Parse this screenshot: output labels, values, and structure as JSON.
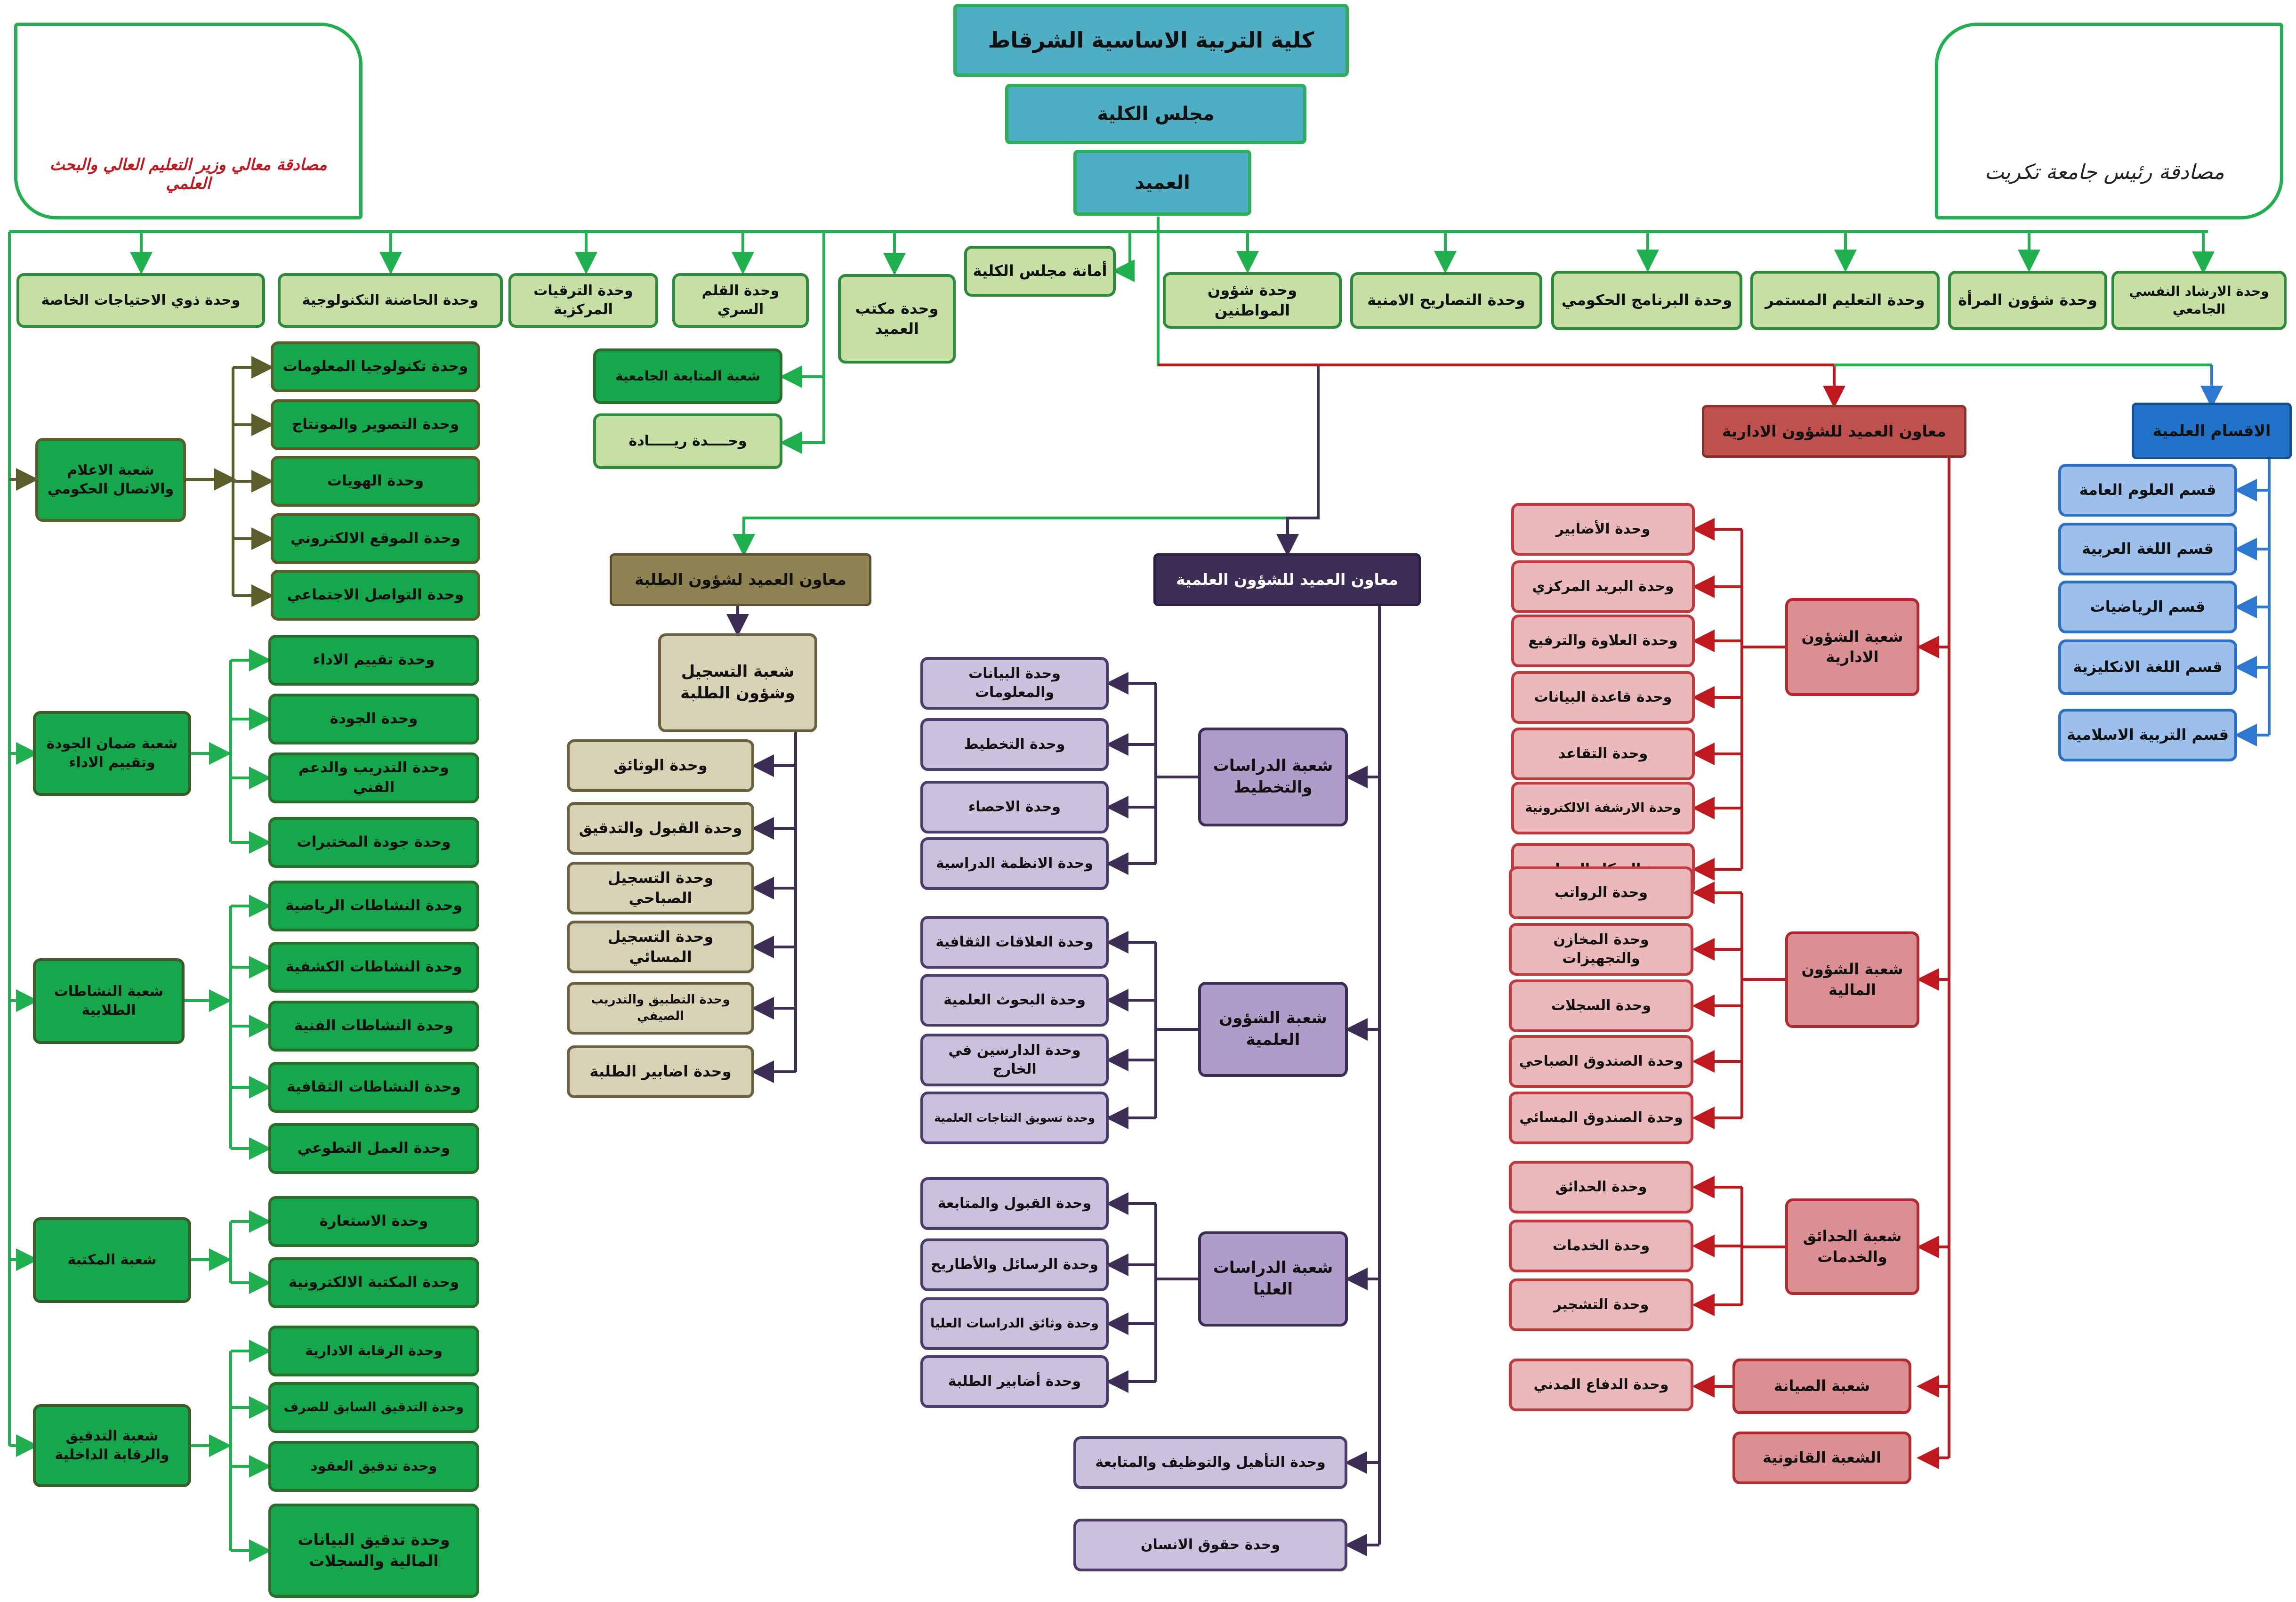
{
  "header": {
    "college": "كلية التربية الاساسية الشرقاط",
    "council": "مجلس الكلية",
    "dean": "العميد"
  },
  "approvals": {
    "minister": "مصادقة معالي وزير التعليم العالي والبحث العلمي",
    "president": "مصادقة رئيس جامعة تكريت"
  },
  "top_units": [
    "وحدة ذوي الاحتياجات الخاصة",
    "وحدة الحاضنة التكنولوجية",
    "وحدة الترقيات المركزية",
    "وحدة القلم السري",
    "وحدة مكتب العميد",
    "أمانة مجلس الكلية",
    "وحدة شؤون المواطنين",
    "وحدة التصاريح الامنية",
    "وحدة البرنامج الحكومي",
    "وحدة التعليم المستمر",
    "وحدة شؤون المرأة",
    "وحدة الارشاد النفسي الجامعي"
  ],
  "dean_office_units": [
    "شعبة المتابعة الجامعية",
    "وحــــدة ريـــــادة"
  ],
  "left_divisions": [
    {
      "name": "شعبة الاعلام والاتصال الحكومي",
      "units": [
        "وحدة تكنولوجيا المعلومات",
        "وحدة التصوير والمونتاج",
        "وحدة الهويات",
        "وحدة الموقع الالكتروني",
        "وحدة التواصل الاجتماعي"
      ]
    },
    {
      "name": "شعبة ضمان الجودة وتقييم الاداء",
      "units": [
        "وحدة تقييم الاداء",
        "وحدة الجودة",
        "وحدة التدريب والدعم الفني",
        "وحدة جودة المختبرات"
      ]
    },
    {
      "name": "شعبة النشاطات الطلابية",
      "units": [
        "وحدة النشاطات الرياضية",
        "وحدة النشاطات الكشفية",
        "وحدة النشاطات الفنية",
        "وحدة النشاطات الثقافية",
        "وحدة العمل التطوعي"
      ]
    },
    {
      "name": "شعبة المكتبة",
      "units": [
        "وحدة الاستعارة",
        "وحدة المكتبة الالكترونية"
      ]
    },
    {
      "name": "شعبة التدقيق والرقابة الداخلية",
      "units": [
        "وحدة الرقابة الادارية",
        "وحدة التدقيق السابق للصرف",
        "وحدة تدقيق العقود",
        "وحدة تدقيق البيانات المالية والسجلات"
      ]
    }
  ],
  "student_affairs": {
    "assistant": "معاون العميد لشؤون الطلبة",
    "division": "شعبة التسجيل وشؤون الطلبة",
    "units": [
      "وحدة الوثائق",
      "وحدة القبول والتدقيق",
      "وحدة التسجيل الصباحي",
      "وحدة التسجيل المسائي",
      "وحدة التطبيق والتدريب الصيفي",
      "وحدة اضابير الطلبة"
    ]
  },
  "scientific_affairs": {
    "assistant": "معاون العميد للشؤون العلمية",
    "divisions": [
      {
        "name": "شعبة الدراسات والتخطيط",
        "units": [
          "وحدة البيانات والمعلومات",
          "وحدة التخطيط",
          "وحدة الاحصاء",
          "وحدة الانظمة الدراسية"
        ]
      },
      {
        "name": "شعبة الشؤون العلمية",
        "units": [
          "وحدة العلاقات الثقافية",
          "وحدة البحوث العلمية",
          "وحدة الدارسين في الخارج",
          "وحدة تسويق النتاجات العلمية"
        ]
      },
      {
        "name": "شعبة الدراسات العليا",
        "units": [
          "وحدة القبول والمتابعة",
          "وحدة الرسائل والأطاريح",
          "وحدة وثائق الدراسات العليا",
          "وحدة أضابير الطلبة"
        ]
      }
    ],
    "extra_units": [
      "وحدة التأهيل والتوظيف والمتابعة",
      "وحدة حقوق الانسان"
    ]
  },
  "admin_affairs": {
    "assistant": "معاون العميد للشؤون الادارية",
    "divisions": [
      {
        "name": "شعبة الشؤون الادارية",
        "units": [
          "وحدة الأضابير",
          "وحدة البريد المركزي",
          "وحدة العلاوة والترفيع",
          "وحدة قاعدة البيانات",
          "وحدة التقاعد",
          "وحدة الارشفة الالكترونية",
          "وحدة الهيكل التنظيمي"
        ]
      },
      {
        "name": "شعبة الشؤون المالية",
        "units": [
          "وحدة الرواتب",
          "وحدة المخازن والتجهيزات",
          "وحدة السجلات",
          "وحدة الصندوق الصباحي",
          "وحدة الصندوق المسائي"
        ]
      },
      {
        "name": "شعبة الحدائق والخدمات",
        "units": [
          "وحدة الحدائق",
          "وحدة الخدمات",
          "وحدة التشجير"
        ]
      },
      {
        "name": "شعبة الصيانة",
        "units": [
          "وحدة الدفاع المدني"
        ]
      },
      {
        "name": "الشعبة القانونية",
        "units": []
      }
    ]
  },
  "departments": {
    "title": "الاقسام العلمية",
    "items": [
      "قسم العلوم العامة",
      "قسم اللغة العربية",
      "قسم الرياضيات",
      "قسم اللغة الانكليزية",
      "قسم التربية الاسلامية"
    ]
  },
  "colors": {
    "green_line": "#21b04f",
    "olive_line": "#5b5d2a",
    "purple_line": "#3d2e56",
    "red_line": "#c0181f",
    "blue_line": "#2d78d0"
  }
}
